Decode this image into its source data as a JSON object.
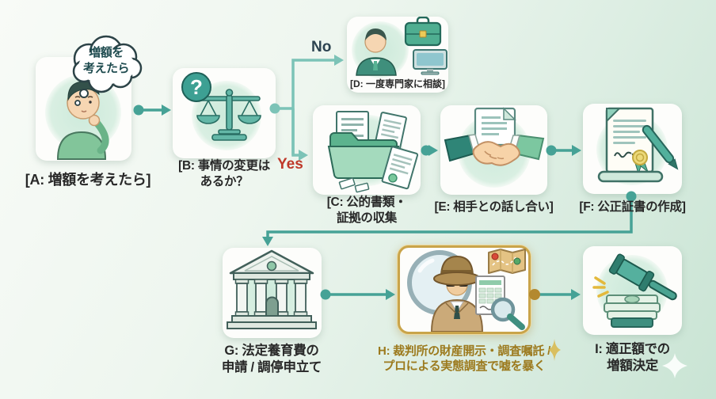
{
  "edge_labels": {
    "no": "No",
    "yes": "Yes"
  },
  "nodes": {
    "a": {
      "id": "A",
      "icon": "thinking-person-icon",
      "bubble_lines": [
        "増額を",
        "考えたら"
      ],
      "label": "[A: 増額を考えたら]"
    },
    "b": {
      "id": "B",
      "icon": "question-scales-icon",
      "lines": [
        "[B: 事情の変更は",
        "あるか？"
      ]
    },
    "d": {
      "id": "D",
      "icon": "consultant-icon",
      "label": "[D: 一度専門家に相談]"
    },
    "c": {
      "id": "C",
      "icon": "documents-folder-icon",
      "lines": [
        "[C: 公的書類・",
        "証拠の収集"
      ]
    },
    "e": {
      "id": "E",
      "icon": "handshake-icon",
      "label": "[E: 相手との話し合い]"
    },
    "f": {
      "id": "F",
      "icon": "notarized-deed-icon",
      "label": "[F: 公正証書の作成]"
    },
    "g": {
      "id": "G",
      "icon": "courthouse-icon",
      "lines": [
        "G: 法定養育費の",
        "申請 / 調停申立て"
      ]
    },
    "h": {
      "id": "H",
      "icon": "detective-icon",
      "highlighted": true,
      "lines": [
        "H: 裁判所の財産開示・調査嘱託 /",
        "プロによる実態調査で嘘を暴く"
      ]
    },
    "i": {
      "id": "I",
      "icon": "gavel-money-icon",
      "lines": [
        "I: 適正額での",
        "増額決定"
      ]
    }
  },
  "connections": [
    {
      "from": "A",
      "to": "B"
    },
    {
      "from": "B",
      "to": "D",
      "label": "No"
    },
    {
      "from": "B",
      "to": "C",
      "label": "Yes"
    },
    {
      "from": "C",
      "to": "E"
    },
    {
      "from": "E",
      "to": "F"
    },
    {
      "from": "F",
      "to": "G"
    },
    {
      "from": "G",
      "to": "H"
    },
    {
      "from": "H",
      "to": "I"
    }
  ],
  "colors": {
    "arrow": "#46a296",
    "branch_arrow": "#7cc3b7",
    "gold_dot": "#b3892f",
    "no_label": "#2c4350",
    "yes_label": "#bf3a2b",
    "highlight_border": "#c9a44a",
    "highlight_text": "#9c7a1e",
    "label_text": "#282828"
  }
}
